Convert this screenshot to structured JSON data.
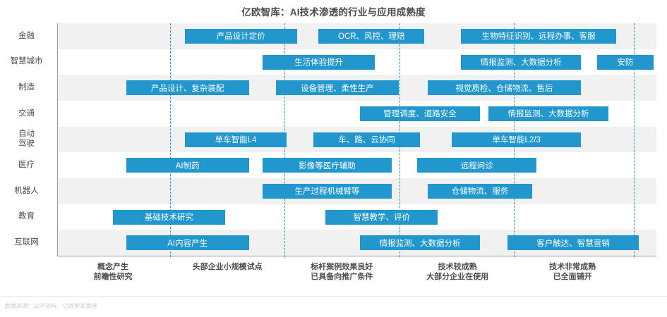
{
  "title": "亿欧智库：AI技术渗透的行业与应用成熟度",
  "source_note": "数据来源：公开资料、亿欧智库整理",
  "colors": {
    "bar": "#2197ce",
    "gridline": "#2d96c9",
    "stripe": "#f1f1f1",
    "axis": "#9a9a9a",
    "title_text": "#4a4a4a",
    "label_text": "#4d4d4d"
  },
  "chart_data": {
    "type": "bar",
    "title": "亿欧智库：AI技术渗透的行业与应用成熟度",
    "xlabel": "",
    "ylabel": "",
    "grid": true,
    "legend_position": "none",
    "xlim": [
      0,
      100
    ],
    "x_stage_gridlines": [
      18.85,
      37.93,
      57.13,
      76.21,
      96.23
    ],
    "categories": [
      "金融",
      "智慧城市",
      "制造",
      "交通",
      "自动\n驾驶",
      "医疗",
      "机器人",
      "教育",
      "互联网"
    ],
    "stages": [
      {
        "id": "stage-1",
        "label": "概念产生\n前瞻性研究",
        "center": 9.3
      },
      {
        "id": "stage-2",
        "label": "头部企业小规模试点",
        "center": 28.4
      },
      {
        "id": "stage-3",
        "label": "标杆案例效果良好\n已具备向推广条件",
        "center": 47.5
      },
      {
        "id": "stage-4",
        "label": "技术较成熟\n大部分企业在使用",
        "center": 66.8
      },
      {
        "id": "stage-5",
        "label": "技术非常成熟\n已全面铺开",
        "center": 86.0
      }
    ],
    "rows": [
      {
        "category": "金融",
        "bars": [
          {
            "label": "产品设计定价",
            "start": 21.3,
            "end": 40.0
          },
          {
            "label": "OCR、风控、理赔",
            "start": 43.6,
            "end": 61.3
          },
          {
            "label": "生物特征识别、远程办事、客服",
            "start": 67.4,
            "end": 93.3
          }
        ]
      },
      {
        "category": "智慧城市",
        "bars": [
          {
            "label": "生活体验提升",
            "start": 34.3,
            "end": 53.0
          },
          {
            "label": "情报监测、大数据分析",
            "start": 67.4,
            "end": 87.4
          },
          {
            "label": "安防",
            "start": 90.1,
            "end": 99.5
          }
        ]
      },
      {
        "category": "制造",
        "bars": [
          {
            "label": "产品设计、复杂装配",
            "start": 11.5,
            "end": 32.0
          },
          {
            "label": "设备管理、柔性生产",
            "start": 36.5,
            "end": 57.0
          },
          {
            "label": "视觉质检、仓储物流、售后",
            "start": 61.8,
            "end": 87.4
          }
        ]
      },
      {
        "category": "交通",
        "bars": [
          {
            "label": "管理调度、道路安全",
            "start": 50.5,
            "end": 70.6
          },
          {
            "label": "情报监测、大数据分析",
            "start": 72.0,
            "end": 92.0
          }
        ]
      },
      {
        "category": "自动\n驾驶",
        "bars": [
          {
            "label": "单车智能L4",
            "start": 21.3,
            "end": 38.3
          },
          {
            "label": "车、路、云协同",
            "start": 42.8,
            "end": 60.5
          },
          {
            "label": "单车智能L2/3",
            "start": 65.9,
            "end": 87.4
          }
        ]
      },
      {
        "category": "医疗",
        "bars": [
          {
            "label": "AI制药",
            "start": 11.5,
            "end": 32.0
          },
          {
            "label": "影像等医疗辅助",
            "start": 34.3,
            "end": 55.8
          },
          {
            "label": "远程问诊",
            "start": 60.1,
            "end": 80.0
          }
        ]
      },
      {
        "category": "机器人",
        "bars": [
          {
            "label": "生产过程机械臂等",
            "start": 34.3,
            "end": 55.8
          },
          {
            "label": "仓储物流、服务",
            "start": 61.8,
            "end": 79.3
          }
        ]
      },
      {
        "category": "教育",
        "bars": [
          {
            "label": "基础技术研究",
            "start": 9.3,
            "end": 28.0
          },
          {
            "label": "智慧教学、评价",
            "start": 44.8,
            "end": 63.5
          }
        ]
      },
      {
        "category": "互联网",
        "bars": [
          {
            "label": "AI内容产生",
            "start": 11.5,
            "end": 32.0
          },
          {
            "label": "情报监测、大数据分析",
            "start": 50.5,
            "end": 70.6
          },
          {
            "label": "客户触达、智慧营销",
            "start": 75.2,
            "end": 97.0
          }
        ]
      }
    ]
  }
}
